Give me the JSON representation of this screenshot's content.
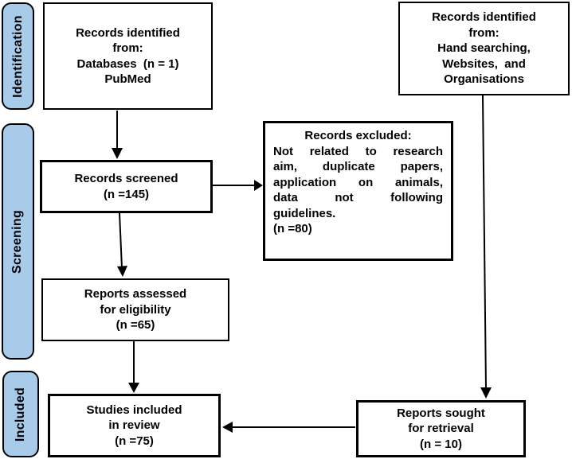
{
  "colors": {
    "stage_fill": "#A9CBEA",
    "border": "#000000",
    "background": "#FFFFFF"
  },
  "stages": [
    {
      "label": "Identification"
    },
    {
      "label": "Screening"
    },
    {
      "label": "Included"
    }
  ],
  "boxes": {
    "records_identified_db": {
      "lines": [
        "Records identified",
        "from:",
        "Databases  (n = 1)",
        "PubMed"
      ]
    },
    "records_identified_other": {
      "lines": [
        "Records identified",
        "from:",
        "Hand searching,",
        "Websites,  and",
        "Organisations"
      ]
    },
    "records_screened": {
      "lines": [
        "Records screened",
        "(n =145)"
      ]
    },
    "records_excluded": {
      "title": "Records excluded:",
      "justified_lines": [
        "Not related to research",
        "aim, duplicate papers,",
        "application on animals,",
        "data not following"
      ],
      "plain_lines": [
        "guidelines.",
        "(n =80)"
      ]
    },
    "reports_assessed": {
      "lines": [
        "Reports assessed",
        "for eligibility",
        "(n =65)"
      ]
    },
    "studies_included": {
      "lines": [
        "Studies included",
        "in review",
        "(n =75)"
      ]
    },
    "reports_sought": {
      "lines": [
        "Reports sought",
        "for retrieval",
        "(n = 10)"
      ]
    }
  }
}
